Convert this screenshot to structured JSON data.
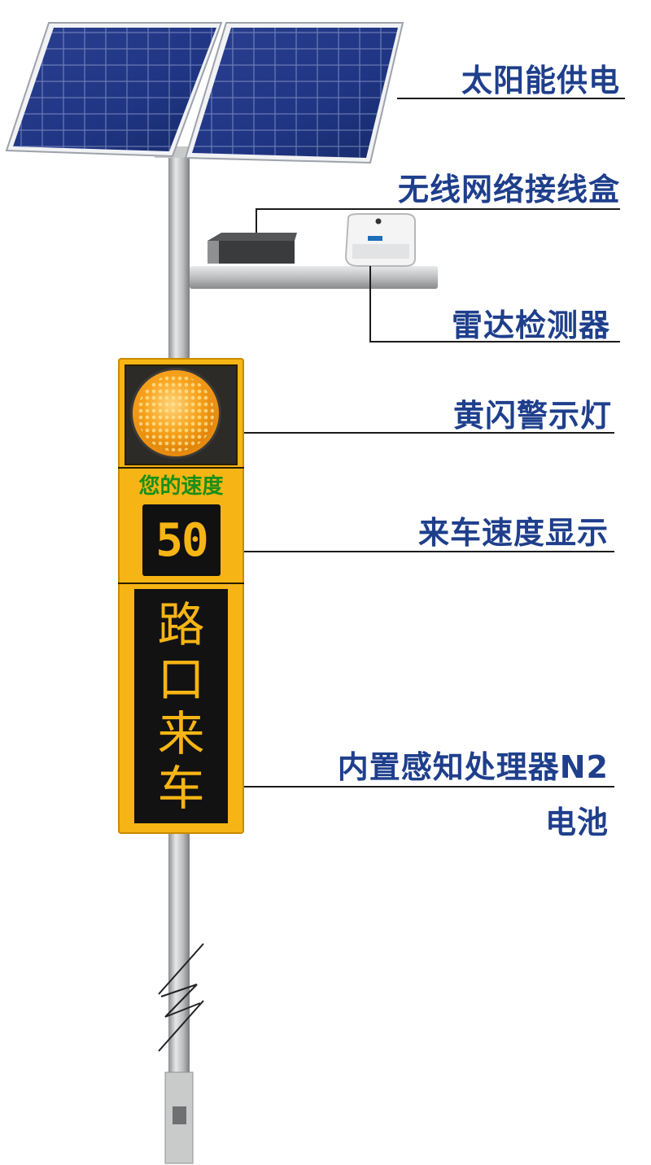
{
  "callouts": {
    "solar_power": "太阳能供电",
    "wireless_box": "无线网络接线盒",
    "radar_detector": "雷达检测器",
    "yellow_flash_lamp": "黄闪警示灯",
    "speed_display": "来车速度显示",
    "processor": "内置感知处理器N2",
    "battery": "电池"
  },
  "sign": {
    "speed_label": "您的速度",
    "speed_value": "50",
    "message_chars": [
      "路",
      "口",
      "来",
      "车"
    ]
  },
  "colors": {
    "callout_text": "#1f3f8c",
    "sign_body": "#f6b514",
    "speed_label": "#1a8f19",
    "panel_dark": "#121212",
    "lamp": "#f7a21b"
  }
}
